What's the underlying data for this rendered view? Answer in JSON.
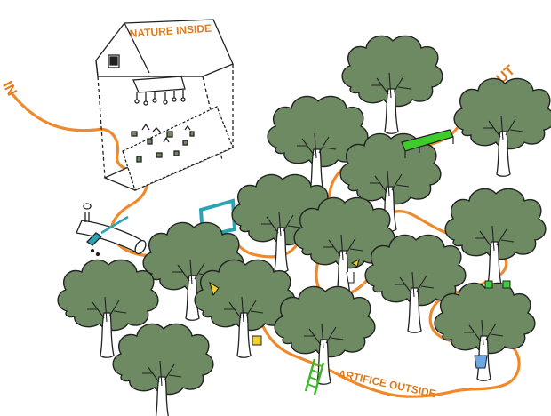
{
  "labels": {
    "nature_inside": "NATURE INSIDE",
    "artifice_outside": "ARTIFICE OUTSIDE",
    "in": "IN",
    "out": "OUT"
  },
  "colors": {
    "path": "#ee8a2c",
    "foliage": "#6d8a63",
    "foliage_outline": "#222222",
    "trunk": "#ffffff",
    "frame": "#2aa3b5",
    "bench": "#3fcc2b",
    "ladder": "#3fb52b",
    "cube_yellow": "#f2d22a",
    "cube_green": "#3ccf3c",
    "bucket": "#6aa9e6",
    "ink": "#222222"
  },
  "icons": [
    "house-icon",
    "tree-icon",
    "picture-frame-icon",
    "bench-icon",
    "ladder-icon",
    "log-icon",
    "cube-icon",
    "bucket-icon"
  ]
}
